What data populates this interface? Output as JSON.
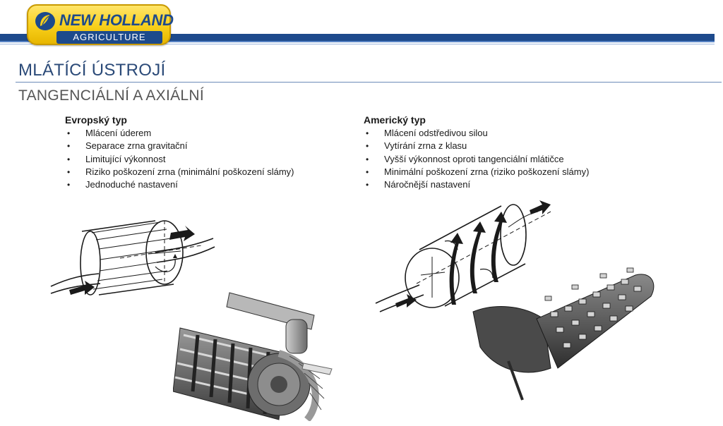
{
  "logo": {
    "brand": "NEW HOLLAND",
    "sub": "AGRICULTURE"
  },
  "title": "MLÁTÍCÍ ÚSTROJÍ",
  "subtitle": "TANGENCIÁLNÍ A AXIÁLNÍ",
  "european": {
    "heading": "Evropský typ",
    "items": [
      "Mlácení úderem",
      "Separace zrna gravitační",
      "Limitující výkonnost",
      "Riziko poškození zrna (minimální poškození slámy)",
      "Jednoduché nastavení"
    ]
  },
  "american": {
    "heading": "Americký typ",
    "items": [
      "Mlácení odstředivou silou",
      "Vytírání zrna z klasu",
      "Vyšší výkonnost oproti tangenciální mlátičce",
      "Minimální poškození zrna (riziko poškození slámy)",
      "Náročnější nastavení"
    ]
  },
  "colors": {
    "brand_blue": "#1d4a8c",
    "logo_yellow": "#f8cf1a",
    "title_blue": "#2b4a78"
  }
}
